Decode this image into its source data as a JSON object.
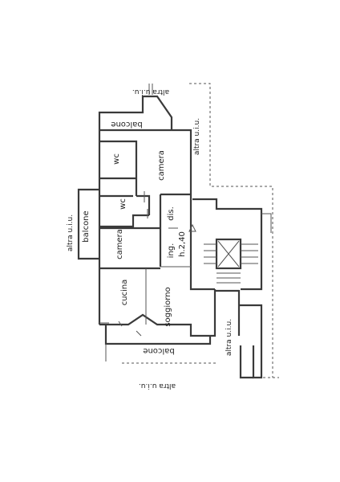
{
  "labels": {
    "altra_top": "altra u.i.u.",
    "altra_right_top": "altra u.i.u.",
    "altra_left": "altra u.i.u.",
    "altra_right_bottom": "altra u.i.u.",
    "altra_bottom": "altra u.i.u.",
    "balcone_top": "balcone",
    "balcone_left": "balcone",
    "balcone_bottom": "balcone",
    "wc_upper": "wc",
    "wc_lower": "wc",
    "camera_big": "camera",
    "camera_small": "camera",
    "dis": "dis.",
    "ing": "ing.",
    "height": "h.2,40",
    "cucina": "cucina",
    "soggiorno": "soggiorno"
  }
}
